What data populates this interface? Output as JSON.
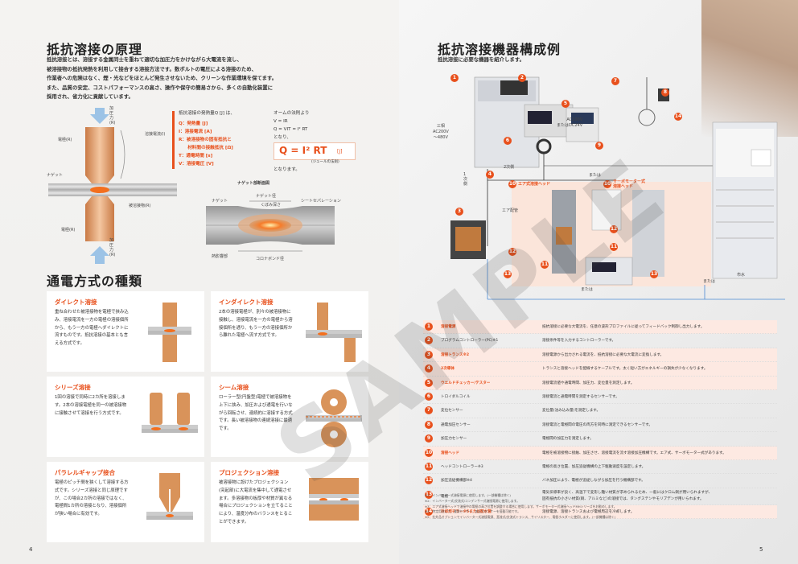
{
  "left": {
    "title": "抵抗溶接の原理",
    "lead": [
      "抵抗溶接とは、溶接する金属同士を重ねて適切な加圧力をかけながら大電流を流し、",
      "被溶接物の抵抗発熱を利用して接合する溶接方法です。数ボルトの電圧による溶接のため、",
      "作業者への危険はなく、煙・光などをほとんど発生させないため、クリーンな作業環境を保てます。",
      "また、品質の安定、コストパフォーマンスの高さ、操作や保守の簡易さから、多くの自動化装置に",
      "採用され、省力化に貢献しています。"
    ],
    "principle_labels": {
      "pressure_top": "加\n圧\n力\n(R)",
      "current": "溶接電流(I)",
      "electrode_top": "電極(R)",
      "nugget": "ナゲット",
      "workpiece": "被溶接物(R)",
      "electrode_bottom": "電極(R)",
      "pressure_bottom": "加\n圧\n力\n(R)"
    },
    "formula": {
      "intro": "抵抗溶接の発熱量Q [J] は、",
      "Q": "Q：発熱量 [J]",
      "I": "I：溶接電流 [A]",
      "R1": "R：被溶接物の固有抵抗と",
      "R2": "　　材料間の接触抵抗 [Ω]",
      "T": "T：通電時間 [s]",
      "V": "V：溶接電圧 [V]",
      "ohm": "オームの法則より",
      "ohm1": "V = IR",
      "ohm2": "Q = VIT = I² RT",
      "ohm3": "となり、",
      "main": "Q = I² RT",
      "main_unit": "[J]",
      "joule": "(ジュールの法則)",
      "end": "となります。"
    },
    "nugget_diagram": {
      "title": "ナゲット部断面図",
      "nugget": "ナゲット",
      "nugget_dia": "ナゲット径",
      "dent": "くぼみ深さ",
      "sheet_sep": "シートセパレーション",
      "heat_zone": "熱影響部",
      "corona": "コロナボンド径"
    },
    "types_title": "通電方式の種類",
    "cards": [
      {
        "title": "ダイレクト溶接",
        "body": "重ね合わせた被溶接物を電極で挟み込み、溶接電流を一方の電極の溶接個所から、もう一方の電極へダイレクトに流すものです。抵抗溶接の基本とも言える方式です。"
      },
      {
        "title": "インダイレクト溶接",
        "body": "2本の溶接電極が、別々の被溶接物に接触し、溶接電流を一方の電極から溶接個所を通り、もう一方の溶接個所から離れた電極へ流す方式です。"
      },
      {
        "title": "シリーズ溶接",
        "body": "1回の溶接で同時に2カ所を溶接します。2本の溶接電極を同一の被溶接物に接触させて溶接を行う方式です。"
      },
      {
        "title": "シーム溶接",
        "body": "ローラー型(円盤型)電極で被溶接物を上下に挟み、加圧および通電を行いながら回転させ、連続的に溶接する方式です。長い被溶接物の連続溶接に最適です。"
      },
      {
        "title": "パラレルギャップ接合",
        "body": "電極のピッチ間を狭くして溶接する方式です。シリーズ溶接と同じ原理ですが、この場合2カ所の溶接ではなく、電極間1カ所の溶接となり、溶接個所が狭い場合に有効です。"
      },
      {
        "title": "プロジェクション溶接",
        "body": "被溶接物に設けたプロジェクション(突起部)に大電流を集中して通電させます。多溶接物の板厚や材質が異なる場合にプロジェクションを立てることにより、温度分布のバランスをとることができます。"
      }
    ],
    "page_number": "4"
  },
  "right": {
    "title": "抵抗溶接機器構成例",
    "lead": "抵抗溶接に必要な機器を紹介します。",
    "diagram_labels": {
      "power": "三相\nAC200V\n～480V",
      "ac": "AC100V\nまたはDC24V",
      "secondary": "2次側",
      "or1": "または",
      "primary": "1\n次\n側",
      "air_head": "エア式溶接ヘッド",
      "servo_head": "サーボモーター式\n溶接ヘッド",
      "air_pipe": "エア配管",
      "or2": "または",
      "or3": "または",
      "water": "市水"
    },
    "rows": [
      {
        "n": "1",
        "name": "溶接電源",
        "desc": "抵抗溶接に必要な大電流を、任意の波形プロファイルに従ってフィードバック制御し出力します。",
        "hl": true
      },
      {
        "n": "2",
        "name": "プログラムコントローラー(PC)※1",
        "desc": "溶接条件等を入力するコントローラーです。",
        "hl": false
      },
      {
        "n": "3",
        "name": "溶接トランス※2",
        "desc": "溶接電源から出力される電流を、抵抗溶接に必要な大電流に変換します。",
        "hl": true
      },
      {
        "n": "4",
        "name": "2次導体",
        "desc": "トランスと溶接ヘッドを配線するケーブルです。太く短い方がエネルギーの損失が少なくなります。",
        "hl": true
      },
      {
        "n": "5",
        "name": "ウエルドチェッカー/テスター",
        "desc": "溶接電流値や通電時間、加圧力、変位量を測定します。",
        "hl": true
      },
      {
        "n": "6",
        "name": "トロイダルコイル",
        "desc": "溶接電流と通電時間を測定するセンサーです。",
        "hl": false
      },
      {
        "n": "7",
        "name": "変位センサー",
        "desc": "変位量(沈み込み量)を測定します。",
        "hl": false
      },
      {
        "n": "8",
        "name": "通電加圧センサー",
        "desc": "溶接電流と電極間の電圧の両方を同時に測定できるセンサーです。",
        "hl": false
      },
      {
        "n": "9",
        "name": "加圧力センサー",
        "desc": "電極間の加圧力を測定します。",
        "hl": false
      },
      {
        "n": "10",
        "name": "溶接ヘッド",
        "desc": "電極を被溶接物に接触、加圧させ、溶接電流を流す溶接加圧機構です。エア式、サーボモーター式があります。",
        "hl": true
      },
      {
        "n": "11",
        "name": "ヘッドコントローラー※3",
        "desc": "電極の高さ位置、加圧追従機構の上下駆動速度を設定します。",
        "hl": false
      },
      {
        "n": "12",
        "name": "加圧追従機構部※4",
        "desc": "バネ加圧により、電極が追従しながら加圧を行う機構部です。",
        "hl": false
      },
      {
        "n": "13",
        "name": "電極",
        "desc": "電気伝導率が良く、高温下で変形し難い材質が求められるため、一般にはクロム銅が用いられますが、",
        "desc2": "固有抵抗の小さい材質(銅、アルミなど)の溶接では、タングステンやモリブデンが用いられます。",
        "hl": false
      },
      {
        "n": "14",
        "name": "冷却用チラー※5または配水管",
        "desc": "溶接電源、溶接トランスおよび電極周辺を冷却します。",
        "hl": true
      }
    ],
    "notes": [
      "※1：インバーター式溶接電源に使用します。(一部機種は除く)",
      "※2：インバーター式/交流式/コンデンサー式溶接電源に使用します。",
      "※3：エア式溶接ヘッドで溶接中の電極の高さ位置を調整する場合に使用します。サーボモーター式溶接ヘッドMHシリーズをお勧めします。",
      "※4：特定用途にて、通電センサー、加圧力センサーを搭載可能です。",
      "※5：社外品オプションでインバーター式溶接電源、直流式/交流式トランス、サイリスター、電極ホルダーに使用します。(一部機種は除く)"
    ],
    "page_number": "5",
    "watermark": "SAMPLE"
  },
  "colors": {
    "accent": "#e8501c",
    "copper": "#d9935a",
    "panel": "#f7d9cc"
  }
}
